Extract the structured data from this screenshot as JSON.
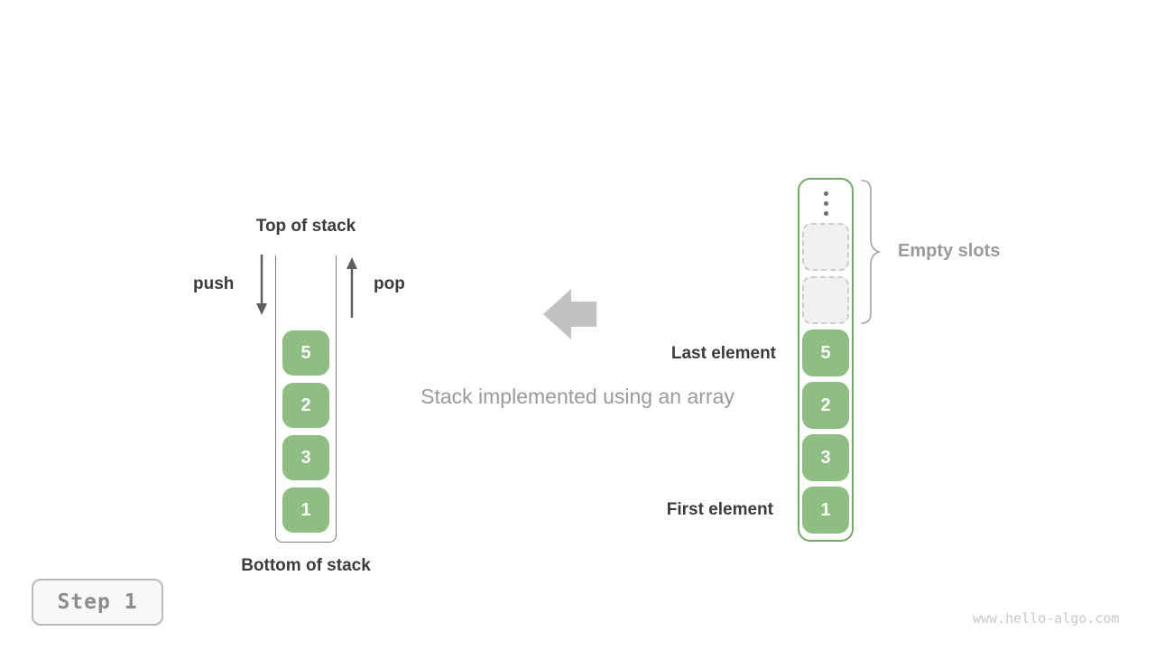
{
  "page": {
    "caption": "Stack implemented using an array",
    "step_label": "Step 1",
    "watermark": "www.hello-algo.com"
  },
  "stack": {
    "top_label": "Top of stack",
    "bottom_label": "Bottom of stack",
    "push_label": "push",
    "pop_label": "pop",
    "values": [
      "5",
      "2",
      "3",
      "1"
    ]
  },
  "array": {
    "values": [
      "5",
      "2",
      "3",
      "1"
    ],
    "empty_slot_count": 2,
    "empty_slots_label": "Empty slots",
    "last_element_label": "Last element",
    "first_element_label": "First element"
  },
  "colors": {
    "cell_green": "#8fbe83",
    "array_border_green": "#72ab63",
    "dark_text": "#3b3b3b",
    "gray_text": "#9a9a9a",
    "block_arrow_gray": "#c2c2c2",
    "empty_slot_fill": "#f1f1f1"
  }
}
